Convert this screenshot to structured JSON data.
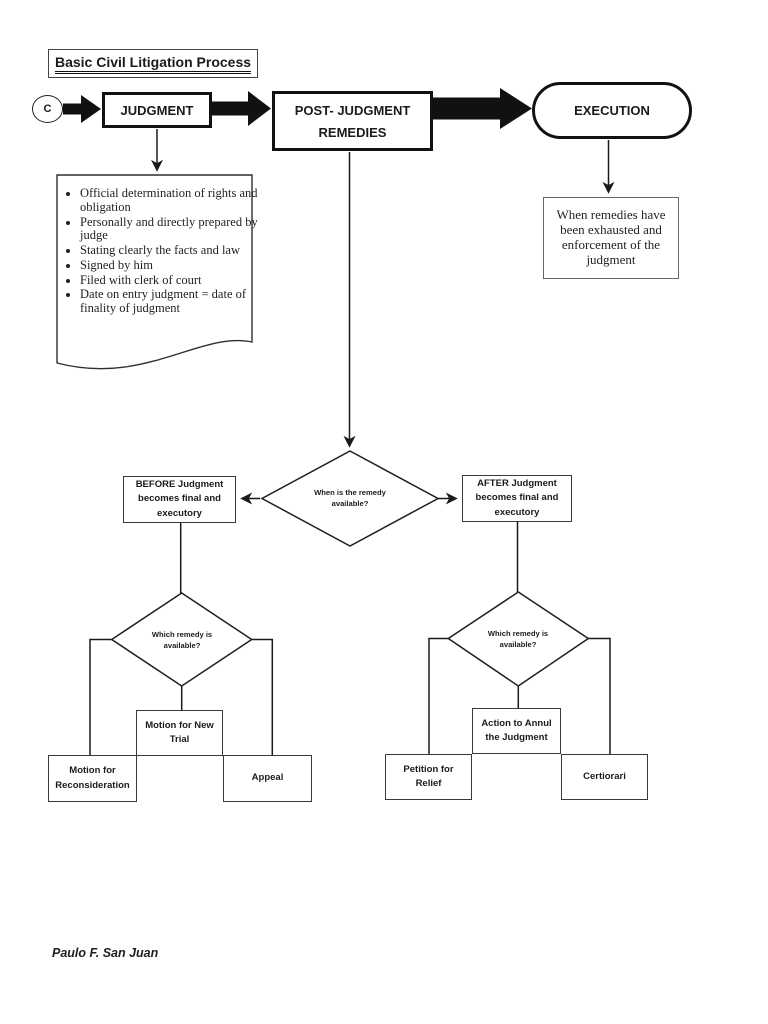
{
  "page": {
    "title": "Basic Civil Litigation Process",
    "author": "Paulo F. San Juan"
  },
  "colors": {
    "ink": "#1a1a1a",
    "background": "#ffffff"
  },
  "start": {
    "label": "C"
  },
  "main_flow": {
    "judgment": {
      "label": "JUDGMENT"
    },
    "post_judgment": {
      "line1": "POST- JUDGMENT",
      "line2": "REMEDIES"
    },
    "execution": {
      "label": "EXECUTION"
    },
    "execution_note": {
      "text": "When remedies have been exhausted and enforcement of the judgment"
    }
  },
  "judgment_notes": {
    "items": [
      "Official determination of rights and obligation",
      "Personally and directly prepared by judge",
      "Stating clearly the facts and law",
      "Signed by him",
      "Filed with clerk of court",
      "Date on entry judgment = date of finality of judgment"
    ]
  },
  "decisions": {
    "when": {
      "question": "When is the remedy available?"
    },
    "before": {
      "label": "BEFORE Judgment becomes final and executory"
    },
    "after": {
      "label": "AFTER Judgment becomes final and executory"
    },
    "which_before": {
      "question": "Which remedy is available?"
    },
    "which_after": {
      "question": "Which remedy is available?"
    }
  },
  "remedies_before": {
    "motion_new_trial": "Motion for New Trial",
    "motion_reconsideration": "Motion for Reconsideration",
    "appeal": "Appeal"
  },
  "remedies_after": {
    "action_annul": "Action to Annul the Judgment",
    "petition_relief": "Petition for Relief",
    "certiorari": "Certiorari"
  }
}
